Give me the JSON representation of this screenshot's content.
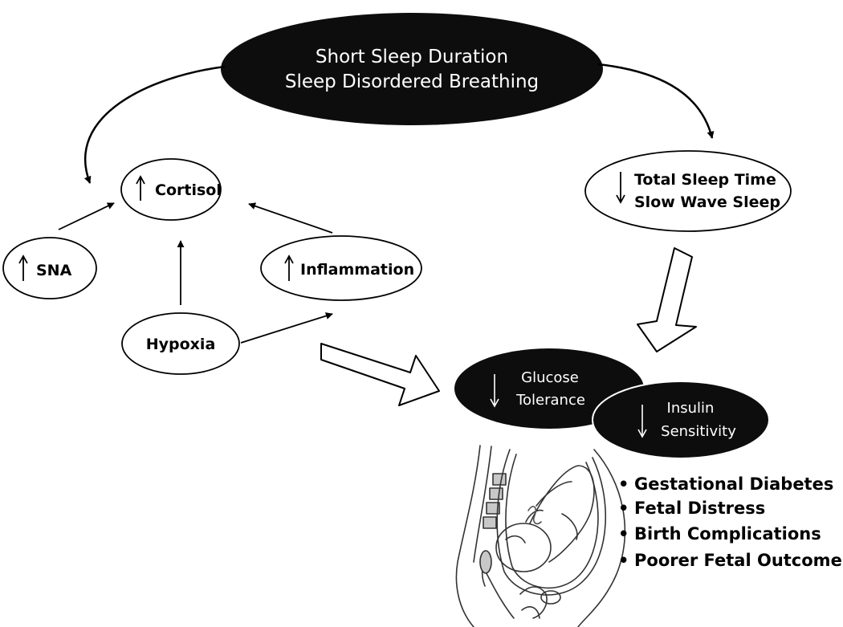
{
  "diagram": {
    "cause": {
      "line1": "Short Sleep Duration",
      "line2": "Sleep Disordered Breathing"
    },
    "nodes": {
      "cortisol": "Cortisol",
      "sna": "SNA",
      "inflammation": "Inflammation",
      "hypoxia": "Hypoxia",
      "sleep_line1": "Total Sleep Time",
      "sleep_line2": "Slow Wave Sleep"
    },
    "effects": {
      "glucose_line1": "Glucose",
      "glucose_line2": "Tolerance",
      "insulin_line1": "Insulin",
      "insulin_line2": "Sensitivity"
    },
    "outcomes": [
      "Gestational Diabetes",
      "Fetal Distress",
      "Birth Complications",
      "Poorer Fetal Outcomes"
    ],
    "bullet_symbol": "•",
    "colors": {
      "dark_fill": "#0d0d0d",
      "light_fill": "#ffffff",
      "stroke": "#000000",
      "illustration_line": "#333333",
      "illustration_shade": "#c8c8c8"
    }
  }
}
